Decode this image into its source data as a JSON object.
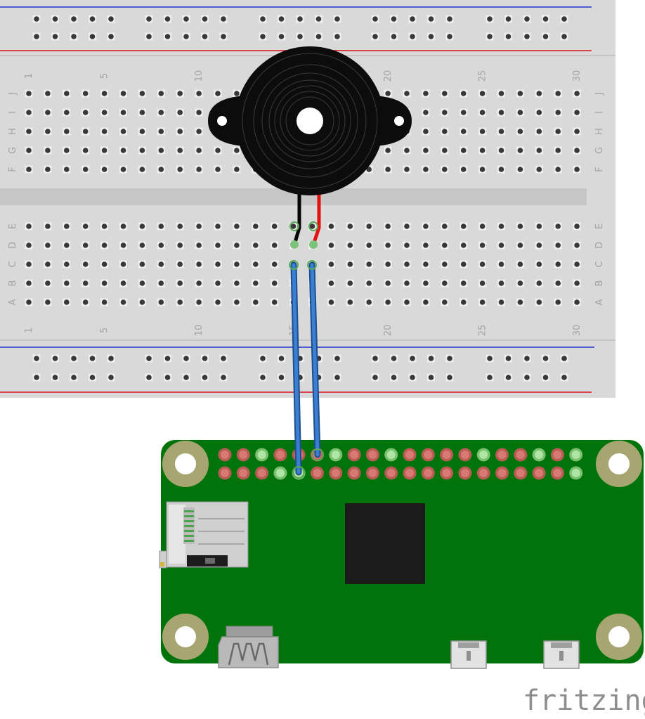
{
  "breadboard": {
    "column_numbers": [
      "1",
      "5",
      "10",
      "15",
      "20",
      "25",
      "30"
    ],
    "rows_top": [
      "J",
      "I",
      "H",
      "G",
      "F"
    ],
    "rows_bottom": [
      "E",
      "D",
      "C",
      "B",
      "A"
    ]
  },
  "brand": {
    "text": "fritzing"
  },
  "colors": {
    "board": "#d9d9d9",
    "hole": "#383838",
    "rail_red": "#d8101c",
    "rail_blue": "#1c35c8",
    "pcb": "#00740a",
    "buzzer": "#0c0c0c",
    "wire_blue": "#3a7fd1",
    "wire_red": "#e3110f",
    "pin_red": "#d97a72",
    "pin_green": "#aee6a6"
  },
  "icons": {
    "component_1": "piezo-buzzer-icon",
    "component_2": "raspberry-pi-zero-board-icon",
    "connector_1": "micro-sd-slot-icon",
    "connector_2": "mini-hdmi-port-icon",
    "connector_3": "micro-usb-port-icon"
  }
}
